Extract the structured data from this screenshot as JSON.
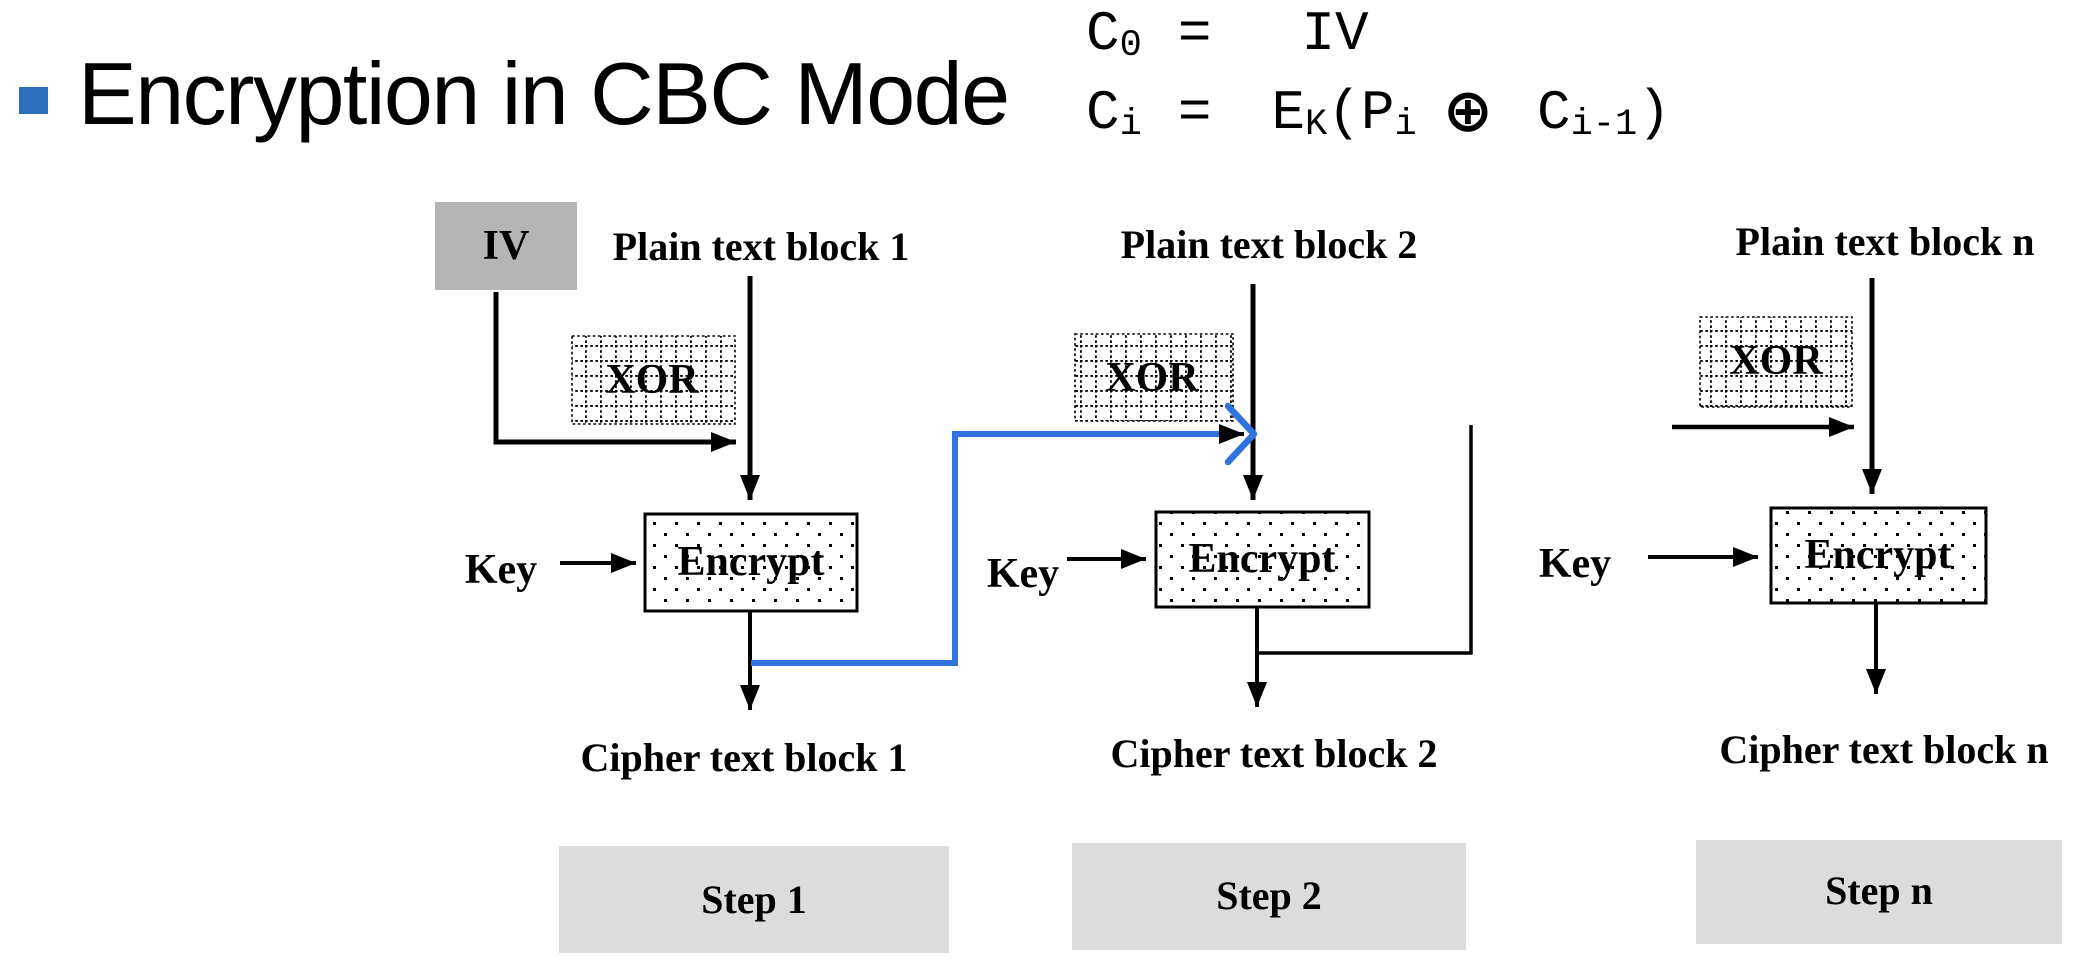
{
  "slide": {
    "title": "Encryption in CBC Mode"
  },
  "formula": {
    "line1": {
      "c": "C",
      "c_sub": "0",
      "eq": "=",
      "iv": "IV"
    },
    "line2": {
      "c": "C",
      "c_sub": "i",
      "eq": "=",
      "e": "E",
      "e_sub": "K",
      "lparen": "(",
      "p": "P",
      "p_sub": "i",
      "xor": "⊕",
      "c2": "C",
      "c2_sub": "i-1",
      "rparen": ")"
    }
  },
  "diagram": {
    "iv_label": "IV",
    "colors": {
      "bullet_blue": "#2d6fbd",
      "chain_blue": "#3173dc",
      "iv_fill": "#b5b5b5",
      "step_fill": "#dcdcdc",
      "line_black": "#000000"
    },
    "steps": [
      {
        "plain_label": "Plain text block 1",
        "xor_label": "XOR",
        "key_label": "Key",
        "encrypt_label": "Encrypt",
        "cipher_label": "Cipher text block 1",
        "step_label": "Step 1"
      },
      {
        "plain_label": "Plain text block 2",
        "xor_label": "XOR",
        "key_label": "Key",
        "encrypt_label": "Encrypt",
        "cipher_label": "Cipher text block 2",
        "step_label": "Step 2"
      },
      {
        "plain_label": "Plain text block n",
        "xor_label": "XOR",
        "key_label": "Key",
        "encrypt_label": "Encrypt",
        "cipher_label": "Cipher text block n",
        "step_label": "Step n"
      }
    ]
  }
}
